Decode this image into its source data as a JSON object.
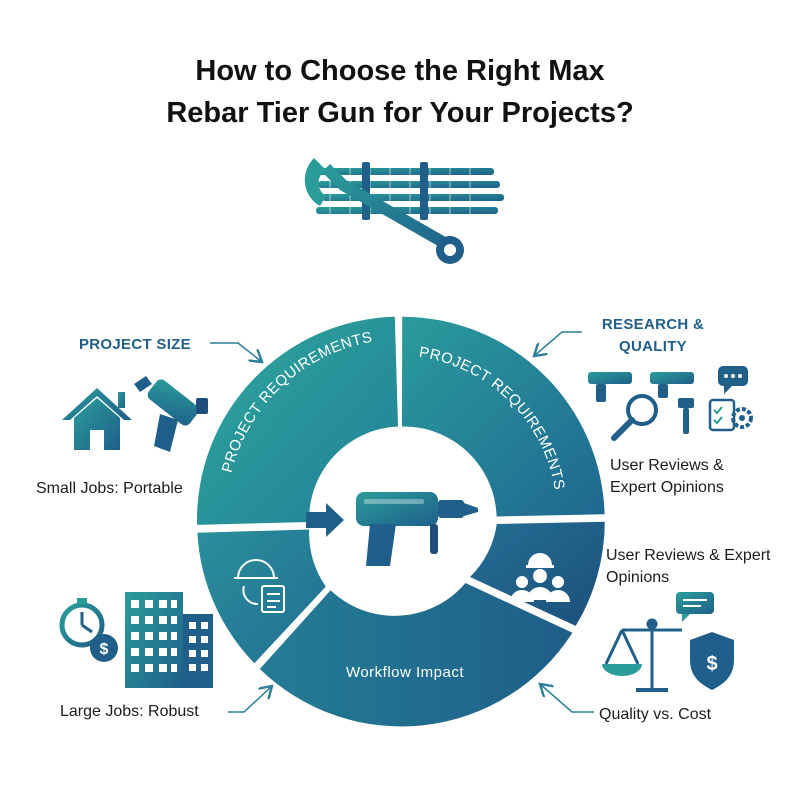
{
  "title": {
    "line1": "How to Choose the Right Max",
    "line2": "Rebar Tier Gun for Your Projects?"
  },
  "ring": {
    "top_left_label": "PROJECT REQUIREMENTS",
    "top_right_label": "PROJECT REQUIREMENTS",
    "bottom_label": "Workflow Impact"
  },
  "callouts": {
    "project_size_heading": "PROJECT SIZE",
    "small_jobs": "Small Jobs: Portable",
    "large_jobs": "Large Jobs: Robust",
    "research_heading_line1": "RESEARCH &",
    "research_heading_line2": "QUALITY",
    "reviews_top_line1": "User Reviews &",
    "reviews_top_line2": "Expert Opinions",
    "reviews_right_line1": "User Reviews & Expert",
    "reviews_right_line2": "Opinions",
    "quality_cost": "Quality vs. Cost"
  },
  "colors": {
    "teal": "#2a9d9a",
    "blue": "#1f5f8a",
    "dark_blue": "#1d4f7a"
  },
  "icons": [
    "wrench-icon",
    "rebar-bundle-icon",
    "house-icon",
    "rebar-tier-gun-icon",
    "stopwatch-dollar-icon",
    "building-icon",
    "hard-hat-checklist-icon",
    "team-icon",
    "magnifier-icon",
    "chat-bubble-icon",
    "checklist-gear-icon",
    "scale-icon",
    "shield-dollar-icon"
  ]
}
